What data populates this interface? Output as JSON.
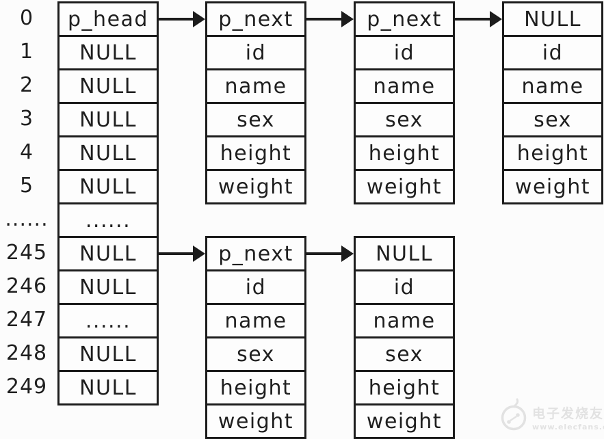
{
  "colors": {
    "border": "#1c1c1c",
    "text": "#1f1f1f",
    "background": "#fcfcfc",
    "cell_bg": "#fdfdfd",
    "watermark": "#e2e2e2"
  },
  "hash_table": {
    "rows": [
      {
        "index": "0",
        "value": "p_head"
      },
      {
        "index": "1",
        "value": "NULL"
      },
      {
        "index": "2",
        "value": "NULL"
      },
      {
        "index": "3",
        "value": "NULL"
      },
      {
        "index": "4",
        "value": "NULL"
      },
      {
        "index": "5",
        "value": "NULL"
      },
      {
        "index": "......",
        "value": "......"
      },
      {
        "index": "245",
        "value": "NULL"
      },
      {
        "index": "246",
        "value": "NULL"
      },
      {
        "index": "247",
        "value": "......"
      },
      {
        "index": "248",
        "value": "NULL"
      },
      {
        "index": "249",
        "value": "NULL"
      }
    ]
  },
  "chains": {
    "top": [
      {
        "fields": [
          "p_next",
          "id",
          "name",
          "sex",
          "height",
          "weight"
        ]
      },
      {
        "fields": [
          "p_next",
          "id",
          "name",
          "sex",
          "height",
          "weight"
        ]
      },
      {
        "fields": [
          "NULL",
          "id",
          "name",
          "sex",
          "height",
          "weight"
        ]
      }
    ],
    "bottom": [
      {
        "fields": [
          "p_next",
          "id",
          "name",
          "sex",
          "height",
          "weight"
        ]
      },
      {
        "fields": [
          "NULL",
          "id",
          "name",
          "sex",
          "height",
          "weight"
        ]
      }
    ]
  },
  "watermark": {
    "brand": "电子发烧友",
    "url": "www.elecfans.com"
  }
}
